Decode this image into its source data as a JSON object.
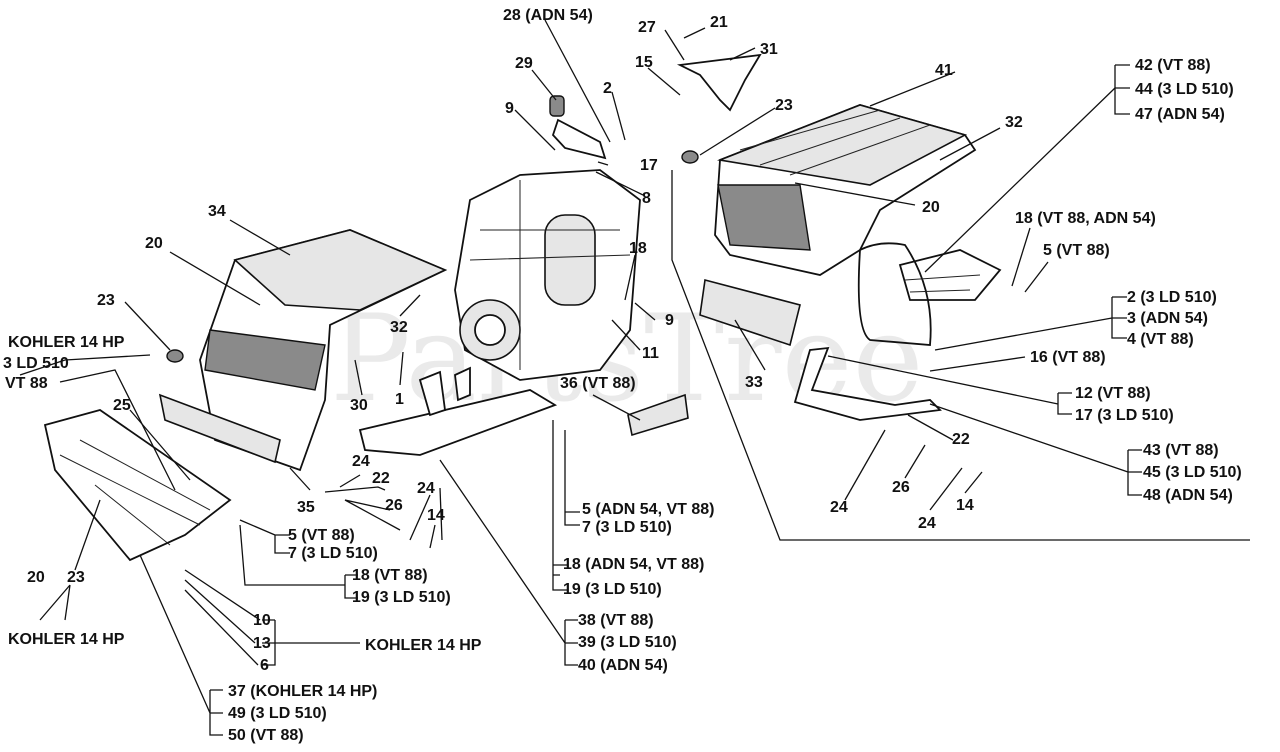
{
  "watermark": "PartsTree",
  "labels": {
    "l28": "28 (ADN 54)",
    "l21": "21",
    "l27": "27",
    "l31": "31",
    "l15": "15",
    "l29": "29",
    "l2a": "2",
    "l9a": "9",
    "l17": "17",
    "l8": "8",
    "l41": "41",
    "l23a": "23",
    "l32a": "32",
    "l20a": "20",
    "g42": [
      "42 (VT 88)",
      "44 (3 LD 510)",
      "47 (ADN 54)"
    ],
    "l18a": "18 (VT 88, ADN 54)",
    "l5a": "5 (VT 88)",
    "g2": [
      "2 (3 LD 510)",
      "3 (ADN 54)",
      "4 (VT 88)"
    ],
    "l16": "16 (VT 88)",
    "g12": [
      "12 (VT 88)",
      "17 (3 LD 510)"
    ],
    "l22a": "22",
    "g43": [
      "43 (VT 88)",
      "45 (3 LD 510)",
      "48 (ADN 54)"
    ],
    "l24a": "24",
    "l26a": "26",
    "l24b": "24",
    "l14a": "14",
    "l34": "34",
    "l20b": "20",
    "l23b": "23",
    "l32b": "32",
    "l1": "1",
    "l30": "30",
    "l18b": "18",
    "l9b": "9",
    "l11": "11",
    "l33": "33",
    "l36": "36 (VT 88)",
    "kohler1": [
      "KOHLER 14 HP",
      "3 LD 510",
      "VT 88"
    ],
    "l25": "25",
    "l35": "35",
    "l24c": "24",
    "l22b": "22",
    "l26b": "26",
    "l24d": "24",
    "l14b": "14",
    "g5": [
      "5 (ADN 54, VT 88)",
      "7 (3 LD 510)"
    ],
    "g5b": [
      "5 (VT 88)",
      "7 (3 LD 510)"
    ],
    "g18": [
      "18 (VT 88)",
      "19 (3 LD 510)"
    ],
    "g18b": [
      "18 (ADN 54, VT 88)",
      "19 (3 LD 510)"
    ],
    "g38": [
      "38 (VT 88)",
      "39 (3 LD 510)",
      "40 (ADN 54)"
    ],
    "l20c": "20",
    "l23c": "23",
    "kohler2": "KOHLER 14 HP",
    "g10": [
      "10",
      "13",
      "6"
    ],
    "kohler3": "KOHLER 14 HP",
    "g37": [
      "37 (KOHLER 14 HP)",
      "49 (3 LD 510)",
      "50 (VT 88)"
    ]
  }
}
